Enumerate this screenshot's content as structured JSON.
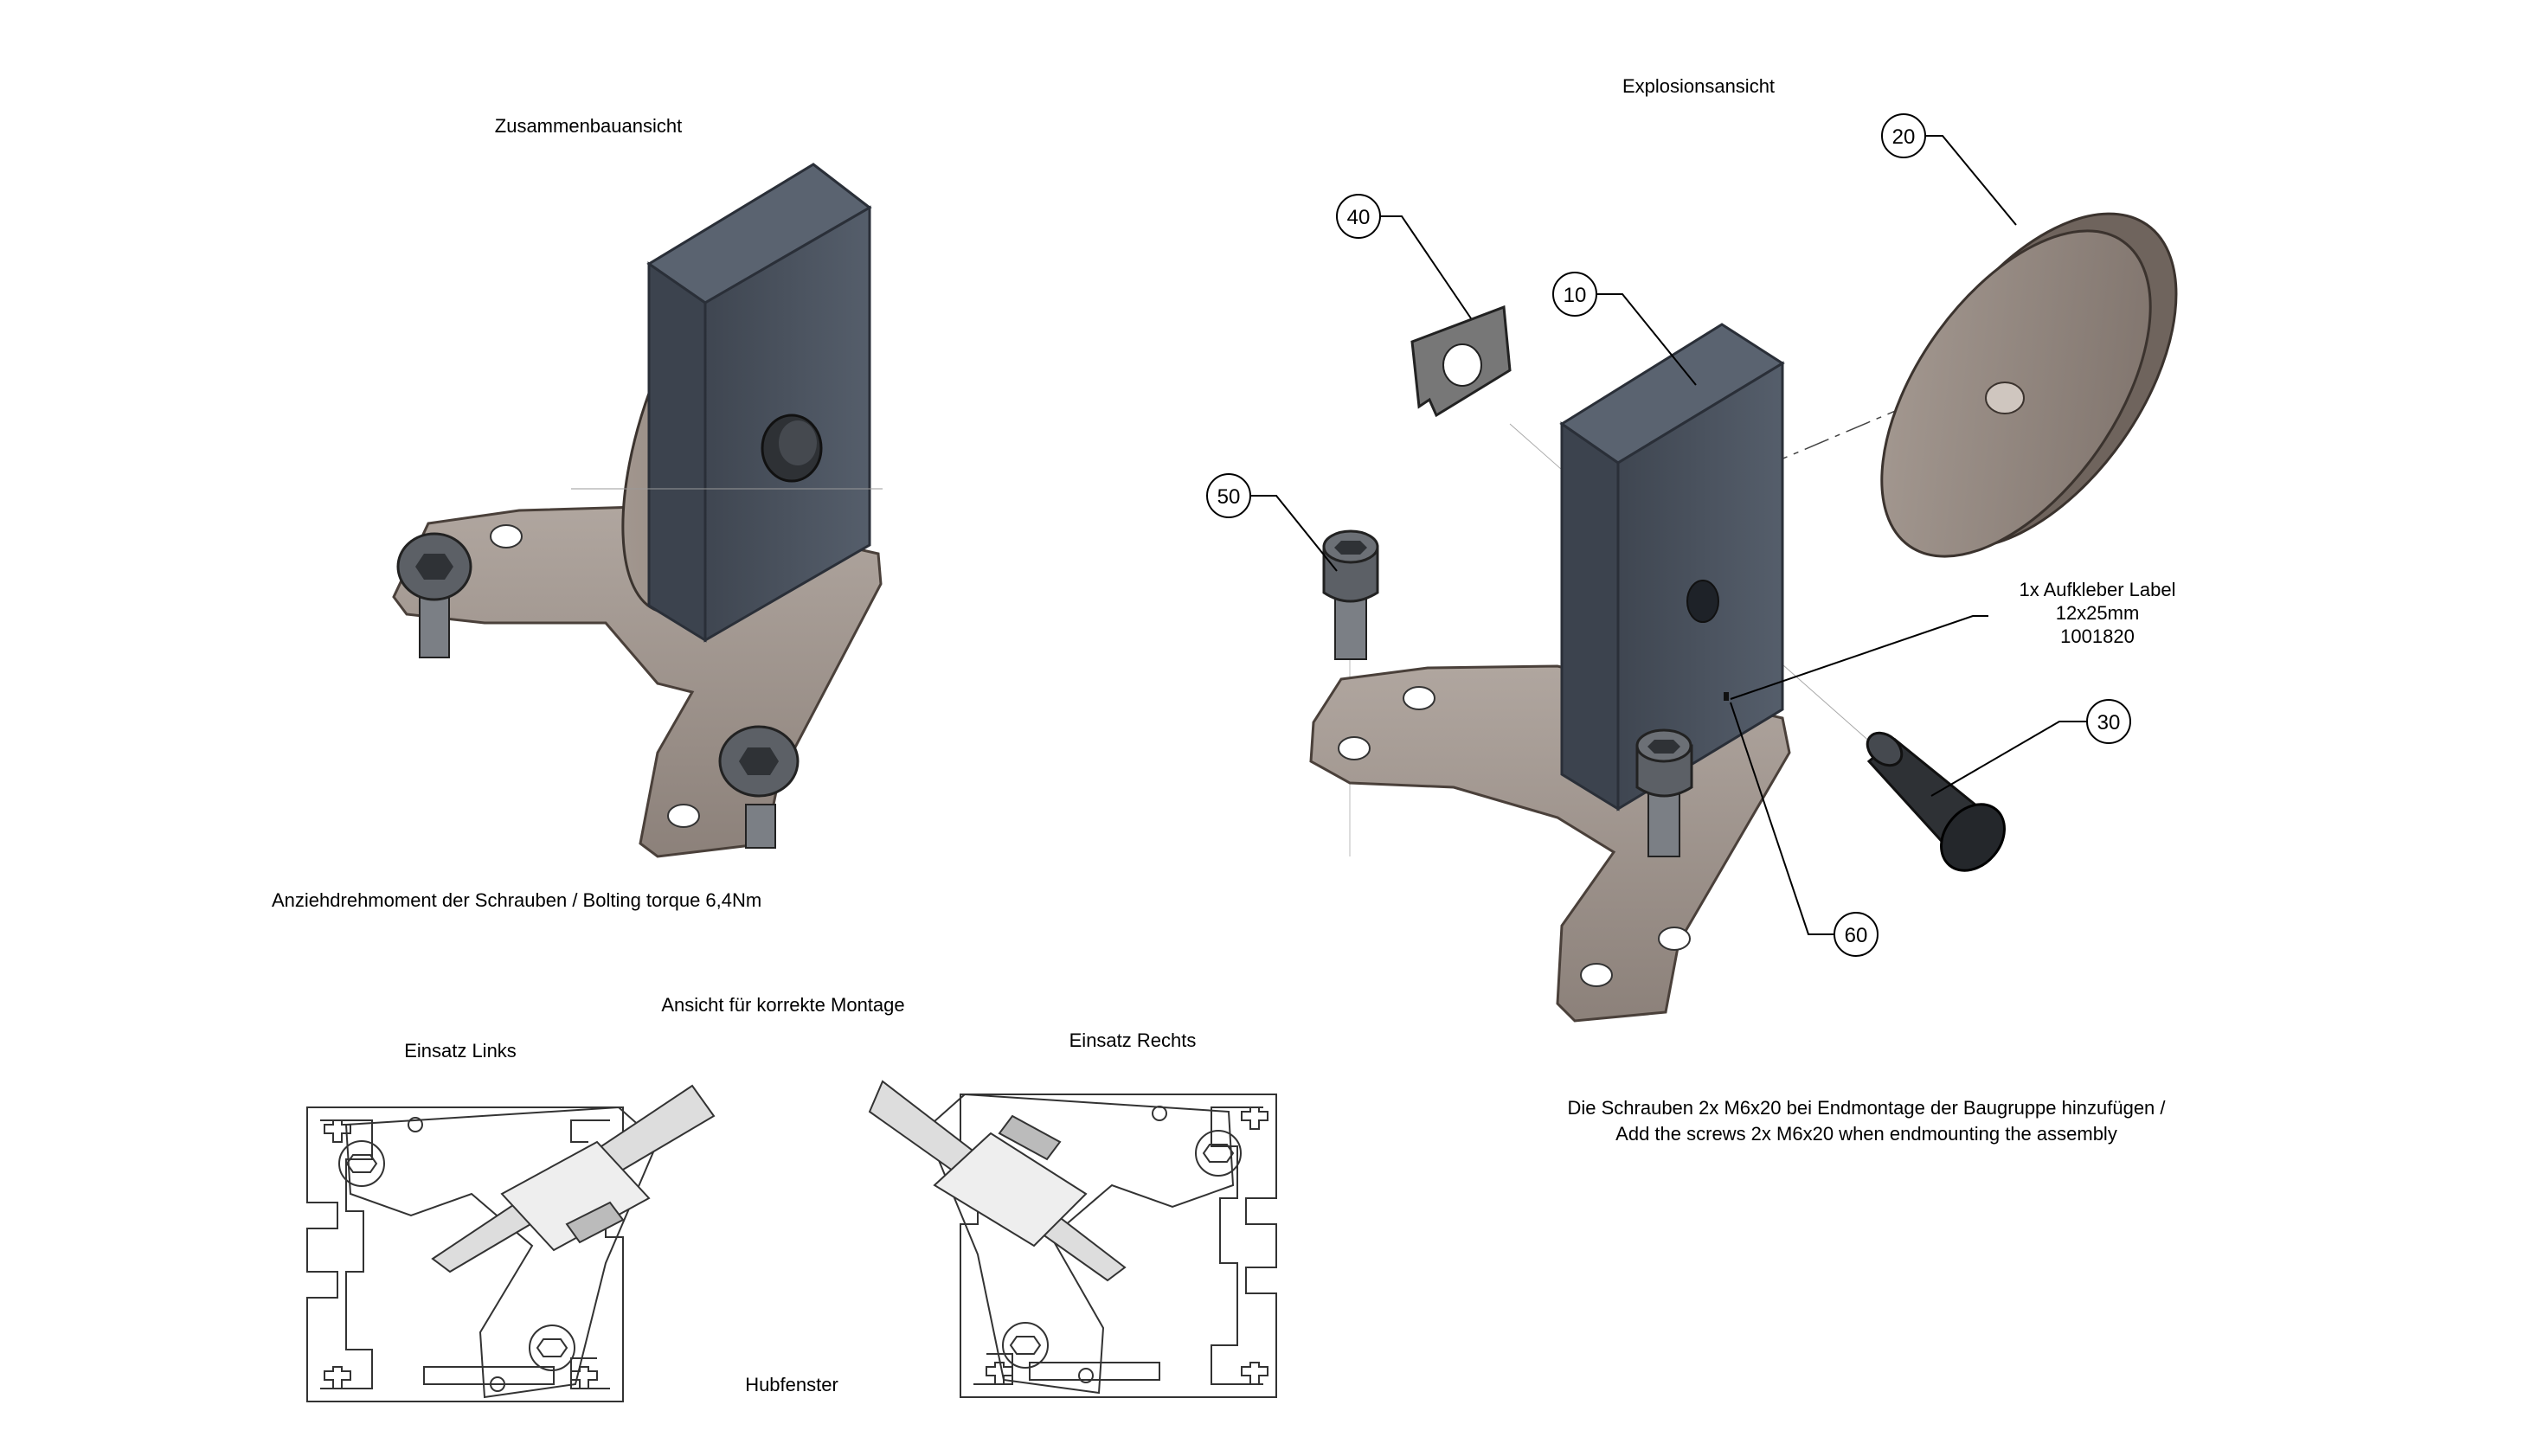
{
  "views": {
    "assembly": "Zusammenbauansicht",
    "exploded": "Explosionsansicht",
    "mounting": "Ansicht für korrekte Montage",
    "insert_left": "Einsatz Links",
    "insert_right": "Einsatz Rechts",
    "lift_window": "Hubfenster"
  },
  "notes": {
    "torque": "Anziehdrehmoment der Schrauben / Bolting torque 6,4Nm",
    "label_line1": "1x Aufkleber Label",
    "label_line2": "12x25mm",
    "label_line3": "1001820",
    "screws_line1": "Die Schrauben 2x M6x20 bei Endmontage der Baugruppe hinzufügen /",
    "screws_line2": "Add the screws 2x M6x20 when endmounting the assembly"
  },
  "balloons": {
    "b10": "10",
    "b20": "20",
    "b30": "30",
    "b40": "40",
    "b50": "50",
    "b60": "60"
  },
  "colors": {
    "bracket": "#4b5360",
    "bracket_edge": "#2a2f38",
    "plate": "#9a8f87",
    "plate_edge": "#4a403a",
    "wheel": "#8f837b",
    "screw": "#5c6066",
    "pin": "#2e3135",
    "clip": "#6f6f6f"
  }
}
